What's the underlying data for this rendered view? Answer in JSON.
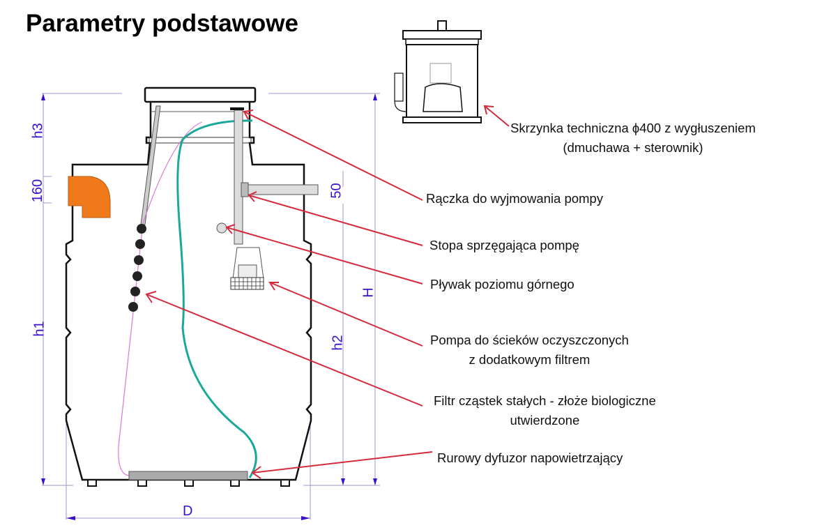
{
  "title": "Parametry podstawowe",
  "dimensions": {
    "h3": "h3",
    "d160": "160",
    "h1": "h1",
    "d50": "50",
    "h2": "h2",
    "H": "H",
    "D": "D"
  },
  "labels": {
    "box_line1": "Skrzynka techniczna ϕ400 z wygłuszeniem",
    "box_line2": "(dmuchawa + sterownik)",
    "handle": "Rączka do wyjmowania pompy",
    "foot": "Stopa sprzęgająca pompę",
    "float": "Pływak poziomu górnego",
    "pump_line1": "Pompa do ścieków oczyszczonych",
    "pump_line2": "z dodatkowym filtrem",
    "filter_line1": "Filtr cząstek stałych - złoże biologiczne",
    "filter_line2": "utwierdzone",
    "diffuser": "Rurowy dyfuzor napowietrzający"
  },
  "colors": {
    "arrow": "#d42a3c",
    "dimension": "#3a10cc",
    "hose": "#1aa89a",
    "elbow": "#f07a1a"
  }
}
